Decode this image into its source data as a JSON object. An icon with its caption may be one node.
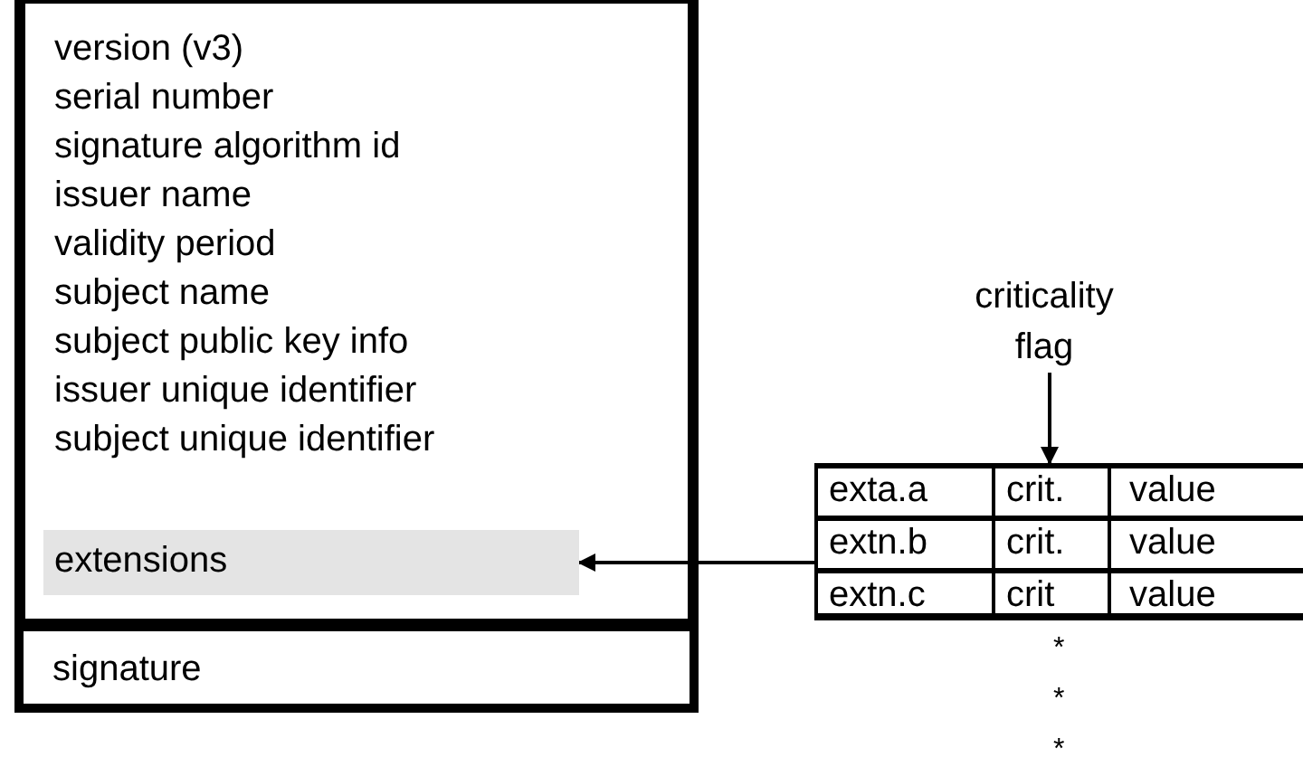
{
  "diagram": {
    "nodes": [
      {
        "text": [
          "version (v3)",
          "serial number",
          "signature algorithm id",
          "issuer name",
          "validity period",
          "subject name",
          "subject public key info",
          "issuer unique identifier",
          "subject unique identifier"
        ]
      },
      {
        "text": [
          "extensions"
        ],
        "in": 0
      },
      {
        "text": [
          "signature"
        ]
      },
      {
        "text": [],
        "shape": "box"
      },
      {
        "text": [
          "exta.a",
          "crit.",
          "value"
        ],
        "in": 3
      },
      {
        "text": [
          "extn.b",
          "crit.",
          "value"
        ],
        "in": 3
      },
      {
        "text": [
          "extn.c",
          "crit",
          "value"
        ],
        "in": 3
      },
      {
        "text": [
          "criticality flag"
        ]
      }
    ],
    "edges": [
      {
        "from": 5,
        "to": 1,
        "arrow": "to"
      },
      {
        "from": 7,
        "to": 4,
        "arrow": "to"
      }
    ],
    "labels": [
      "*",
      "*",
      "*"
    ]
  }
}
